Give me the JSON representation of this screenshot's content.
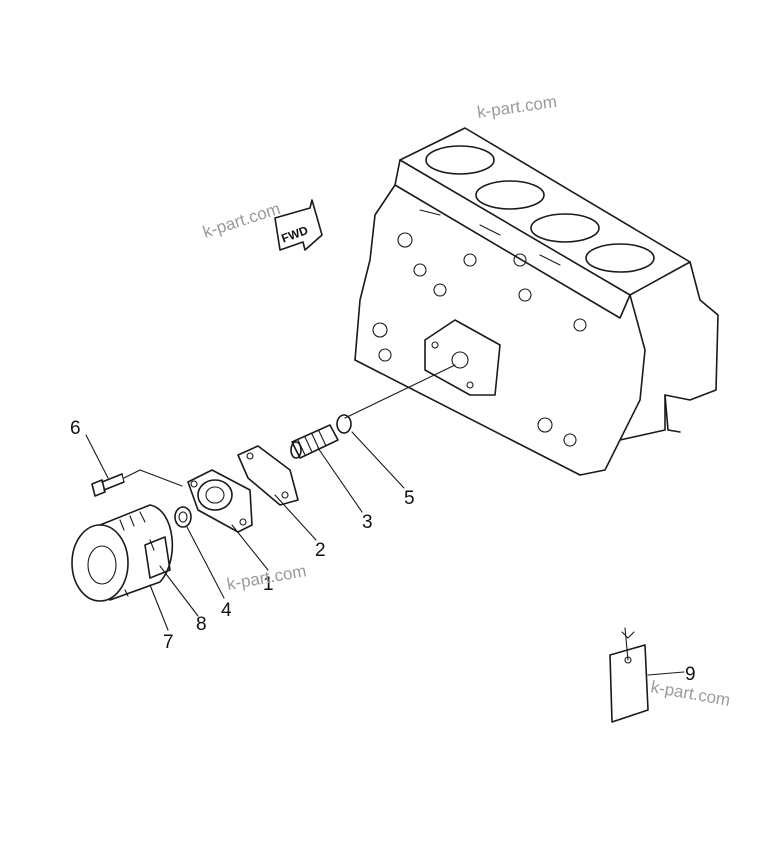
{
  "callouts": {
    "c1": "1",
    "c2": "2",
    "c3": "3",
    "c4": "4",
    "c5": "5",
    "c6": "6",
    "c7": "7",
    "c8": "8",
    "c9": "9"
  },
  "direction_marker": "FWD",
  "watermarks": {
    "w1": "k-part.com",
    "w2": "k-part.com",
    "w3": "k-part.com",
    "w4": "k-part.com"
  }
}
